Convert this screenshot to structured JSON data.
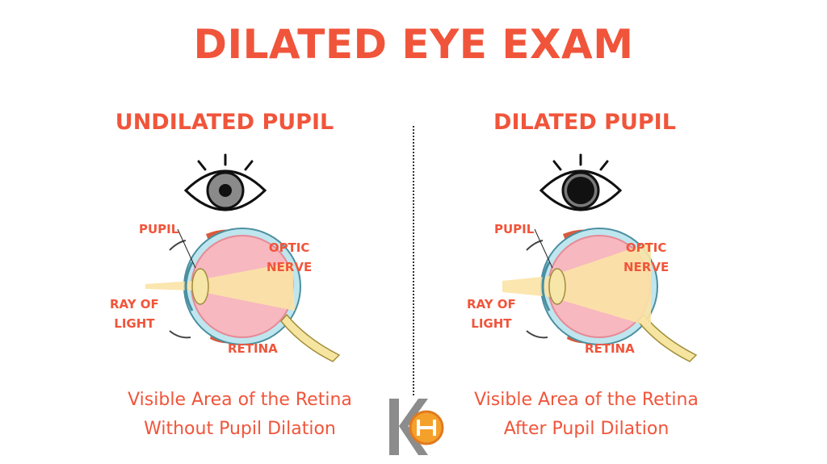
{
  "title": "DILATED EYE EXAM",
  "panels": [
    {
      "heading": "UNDILATED PUPIL",
      "labels": {
        "pupil": "PUPIL",
        "optic_1": "OPTIC",
        "optic_2": "NERVE",
        "ray_1": "RAY OF",
        "ray_2": "LIGHT",
        "retina": "RETINA"
      },
      "caption_line1": "Visible Area of the Retina",
      "caption_line2": "Without Pupil Dilation",
      "pupil_state": "undilated"
    },
    {
      "heading": "DILATED PUPIL",
      "labels": {
        "pupil": "PUPIL",
        "optic_1": "OPTIC",
        "optic_2": "NERVE",
        "ray_1": "RAY OF",
        "ray_2": "LIGHT",
        "retina": "RETINA"
      },
      "caption_line1": "Visible Area of the Retina",
      "caption_line2": "After Pupil Dilation",
      "pupil_state": "dilated"
    }
  ],
  "colors": {
    "accent": "#f0553b",
    "iris_undilated": "#8a8a8a",
    "iris_dilated": "#7a7a7a",
    "pupil": "#111111",
    "eyeball": "#f7b8c0",
    "light_ray": "#fbe3a6"
  },
  "icons": [
    "eye-icon",
    "eye-anatomy-icon",
    "logo-icon"
  ]
}
